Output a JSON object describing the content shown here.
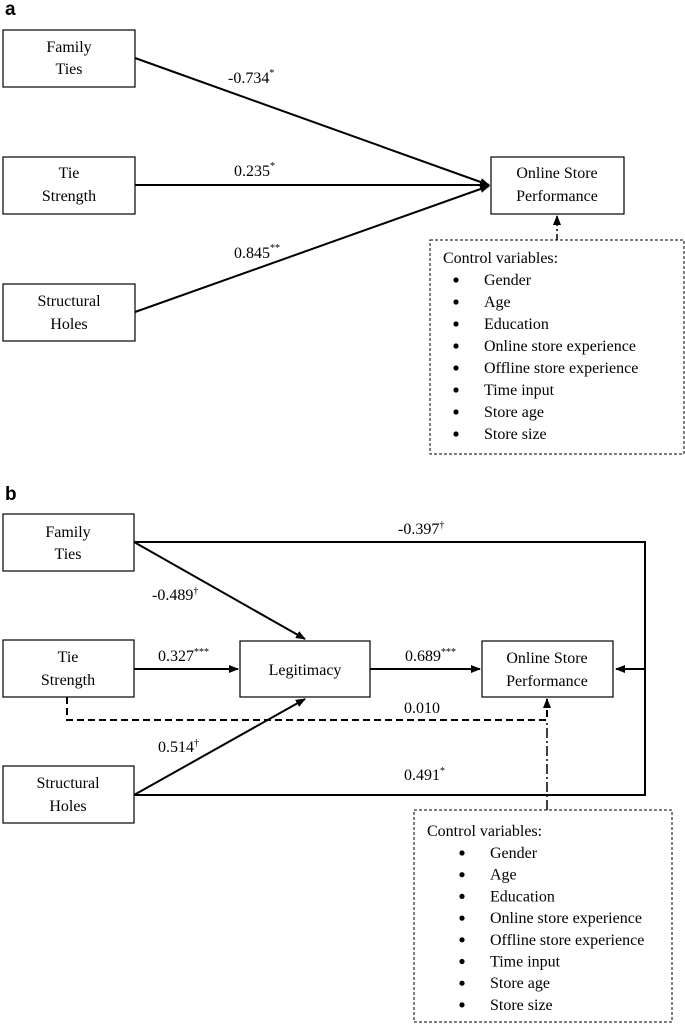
{
  "panel_a": {
    "label": "a",
    "nodes": {
      "family_ties": [
        "Family",
        "Ties"
      ],
      "tie_strength": [
        "Tie",
        "Strength"
      ],
      "structural_holes": [
        "Structural",
        "Holes"
      ],
      "performance": [
        "Online Store",
        "Performance"
      ]
    },
    "paths": [
      {
        "from": "Family Ties",
        "to": "Online Store Performance",
        "value": "-0.734",
        "sig": "*"
      },
      {
        "from": "Tie Strength",
        "to": "Online Store Performance",
        "value": "0.235",
        "sig": "*"
      },
      {
        "from": "Structural Holes",
        "to": "Online Store Performance",
        "value": "0.845",
        "sig": "**"
      }
    ],
    "controls": {
      "title": "Control variables:",
      "items": [
        "Gender",
        "Age",
        "Education",
        "Online store experience",
        "Offline store experience",
        "Time input",
        "Store age",
        "Store size"
      ]
    }
  },
  "panel_b": {
    "label": "b",
    "nodes": {
      "family_ties": [
        "Family",
        "Ties"
      ],
      "tie_strength": [
        "Tie",
        "Strength"
      ],
      "structural_holes": [
        "Structural",
        "Holes"
      ],
      "legitimacy": "Legitimacy",
      "performance": [
        "Online Store",
        "Performance"
      ]
    },
    "paths": [
      {
        "from": "Family Ties",
        "to": "Online Store Performance",
        "value": "-0.397",
        "sig": "†"
      },
      {
        "from": "Family Ties",
        "to": "Legitimacy",
        "value": "-0.489",
        "sig": "†"
      },
      {
        "from": "Tie Strength",
        "to": "Legitimacy",
        "value": "0.327",
        "sig": "***"
      },
      {
        "from": "Legitimacy",
        "to": "Online Store Performance",
        "value": "0.689",
        "sig": "***"
      },
      {
        "from": "Tie Strength",
        "to": "Online Store Performance",
        "value": "0.010",
        "sig": ""
      },
      {
        "from": "Structural Holes",
        "to": "Legitimacy",
        "value": "0.514",
        "sig": "†"
      },
      {
        "from": "Structural Holes",
        "to": "Online Store Performance",
        "value": "0.491",
        "sig": "*"
      }
    ],
    "controls": {
      "title": "Control variables:",
      "items": [
        "Gender",
        "Age",
        "Education",
        "Online store experience",
        "Offline store experience",
        "Time input",
        "Store age",
        "Store size"
      ]
    }
  }
}
